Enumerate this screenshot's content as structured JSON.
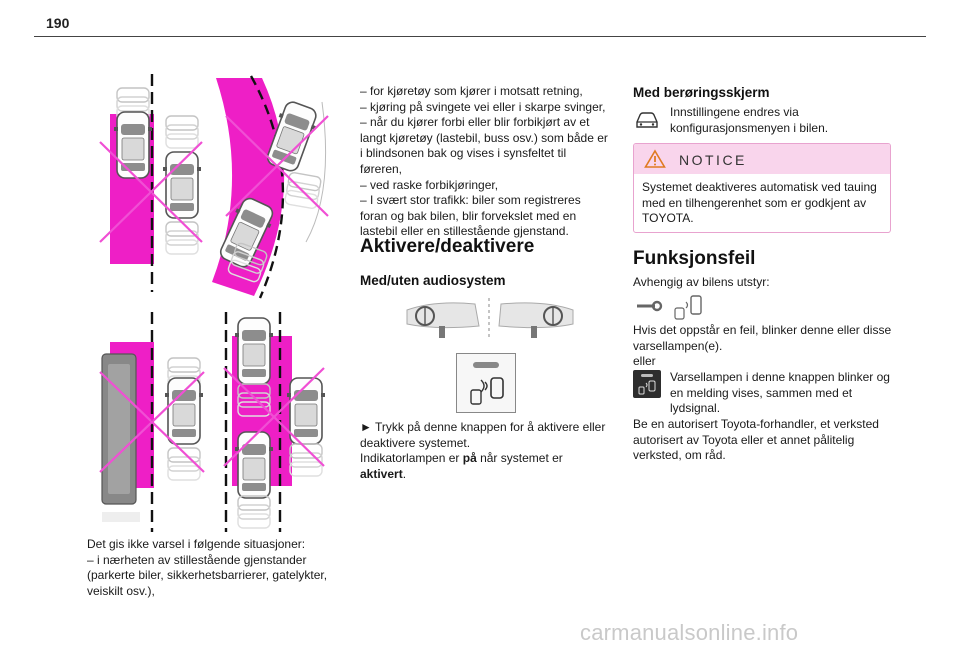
{
  "page": {
    "number": "190",
    "watermark": "carmanualsonline.info"
  },
  "left_column": {
    "caption_intro": "Det gis ikke varsel i følgende situasjoner:",
    "caption_item": "–  i nærheten av stillestående gjenstander (parkerte biler, sikkerhetsbarrierer, gatelykter, veiskilt osv.),"
  },
  "middle_column": {
    "list": [
      "–  for kjøretøy som kjører i motsatt retning,",
      "–  kjøring på svingete vei eller i skarpe svinger,",
      "–  når du kjører forbi eller blir forbikjørt av et langt kjøretøy (lastebil, buss osv.) som både er i blindsonen bak og vises i synsfeltet til føreren,",
      "–  ved raske forbikjøringer,",
      "–  I svært stor trafikk: biler som registreres foran og bak bilen, blir forvekslet med en lastebil eller en stillestående gjenstand."
    ],
    "section_title": "Aktivere/deaktivere",
    "subsection_title": "Med/uten audiosystem",
    "instruction": "►  Trykk på denne knappen for å aktivere eller deaktivere systemet.",
    "indicator_pre": "Indikatorlampen er ",
    "indicator_bold1": "på",
    "indicator_mid": " når systemet er ",
    "indicator_bold2": "aktivert",
    "indicator_post": "."
  },
  "right_column": {
    "touch_title": "Med berøringsskjerm",
    "touch_text": "Innstillingene endres via konfigurasjonsmenyen i bilen.",
    "notice_title": "NOTICE",
    "notice_text": "Systemet deaktiveres automatisk ved tauing med en tilhengerenhet som er godkjent av TOYOTA.",
    "malfunction_title": "Funksjonsfeil",
    "equipment_text": "Avhengig av bilens utstyr:",
    "blink_text": "Hvis det oppstår en feil, blinker denne eller disse varsellampen(e).",
    "or_text": "eller",
    "button_text": "Varsellampen i denne knappen blinker og en melding vises, sammen med et lydsignal.",
    "dealer_text": "Be en autorisert Toyota-forhandler, et verksted autorisert av Toyota eller et annet pålitelig verksted, om råd."
  },
  "colors": {
    "magenta": "#ee1fc6",
    "notice_bg": "#f9d5ec",
    "notice_border": "#e8a3cf",
    "cross": "#f04fd4",
    "car": "#a7a7a7"
  }
}
